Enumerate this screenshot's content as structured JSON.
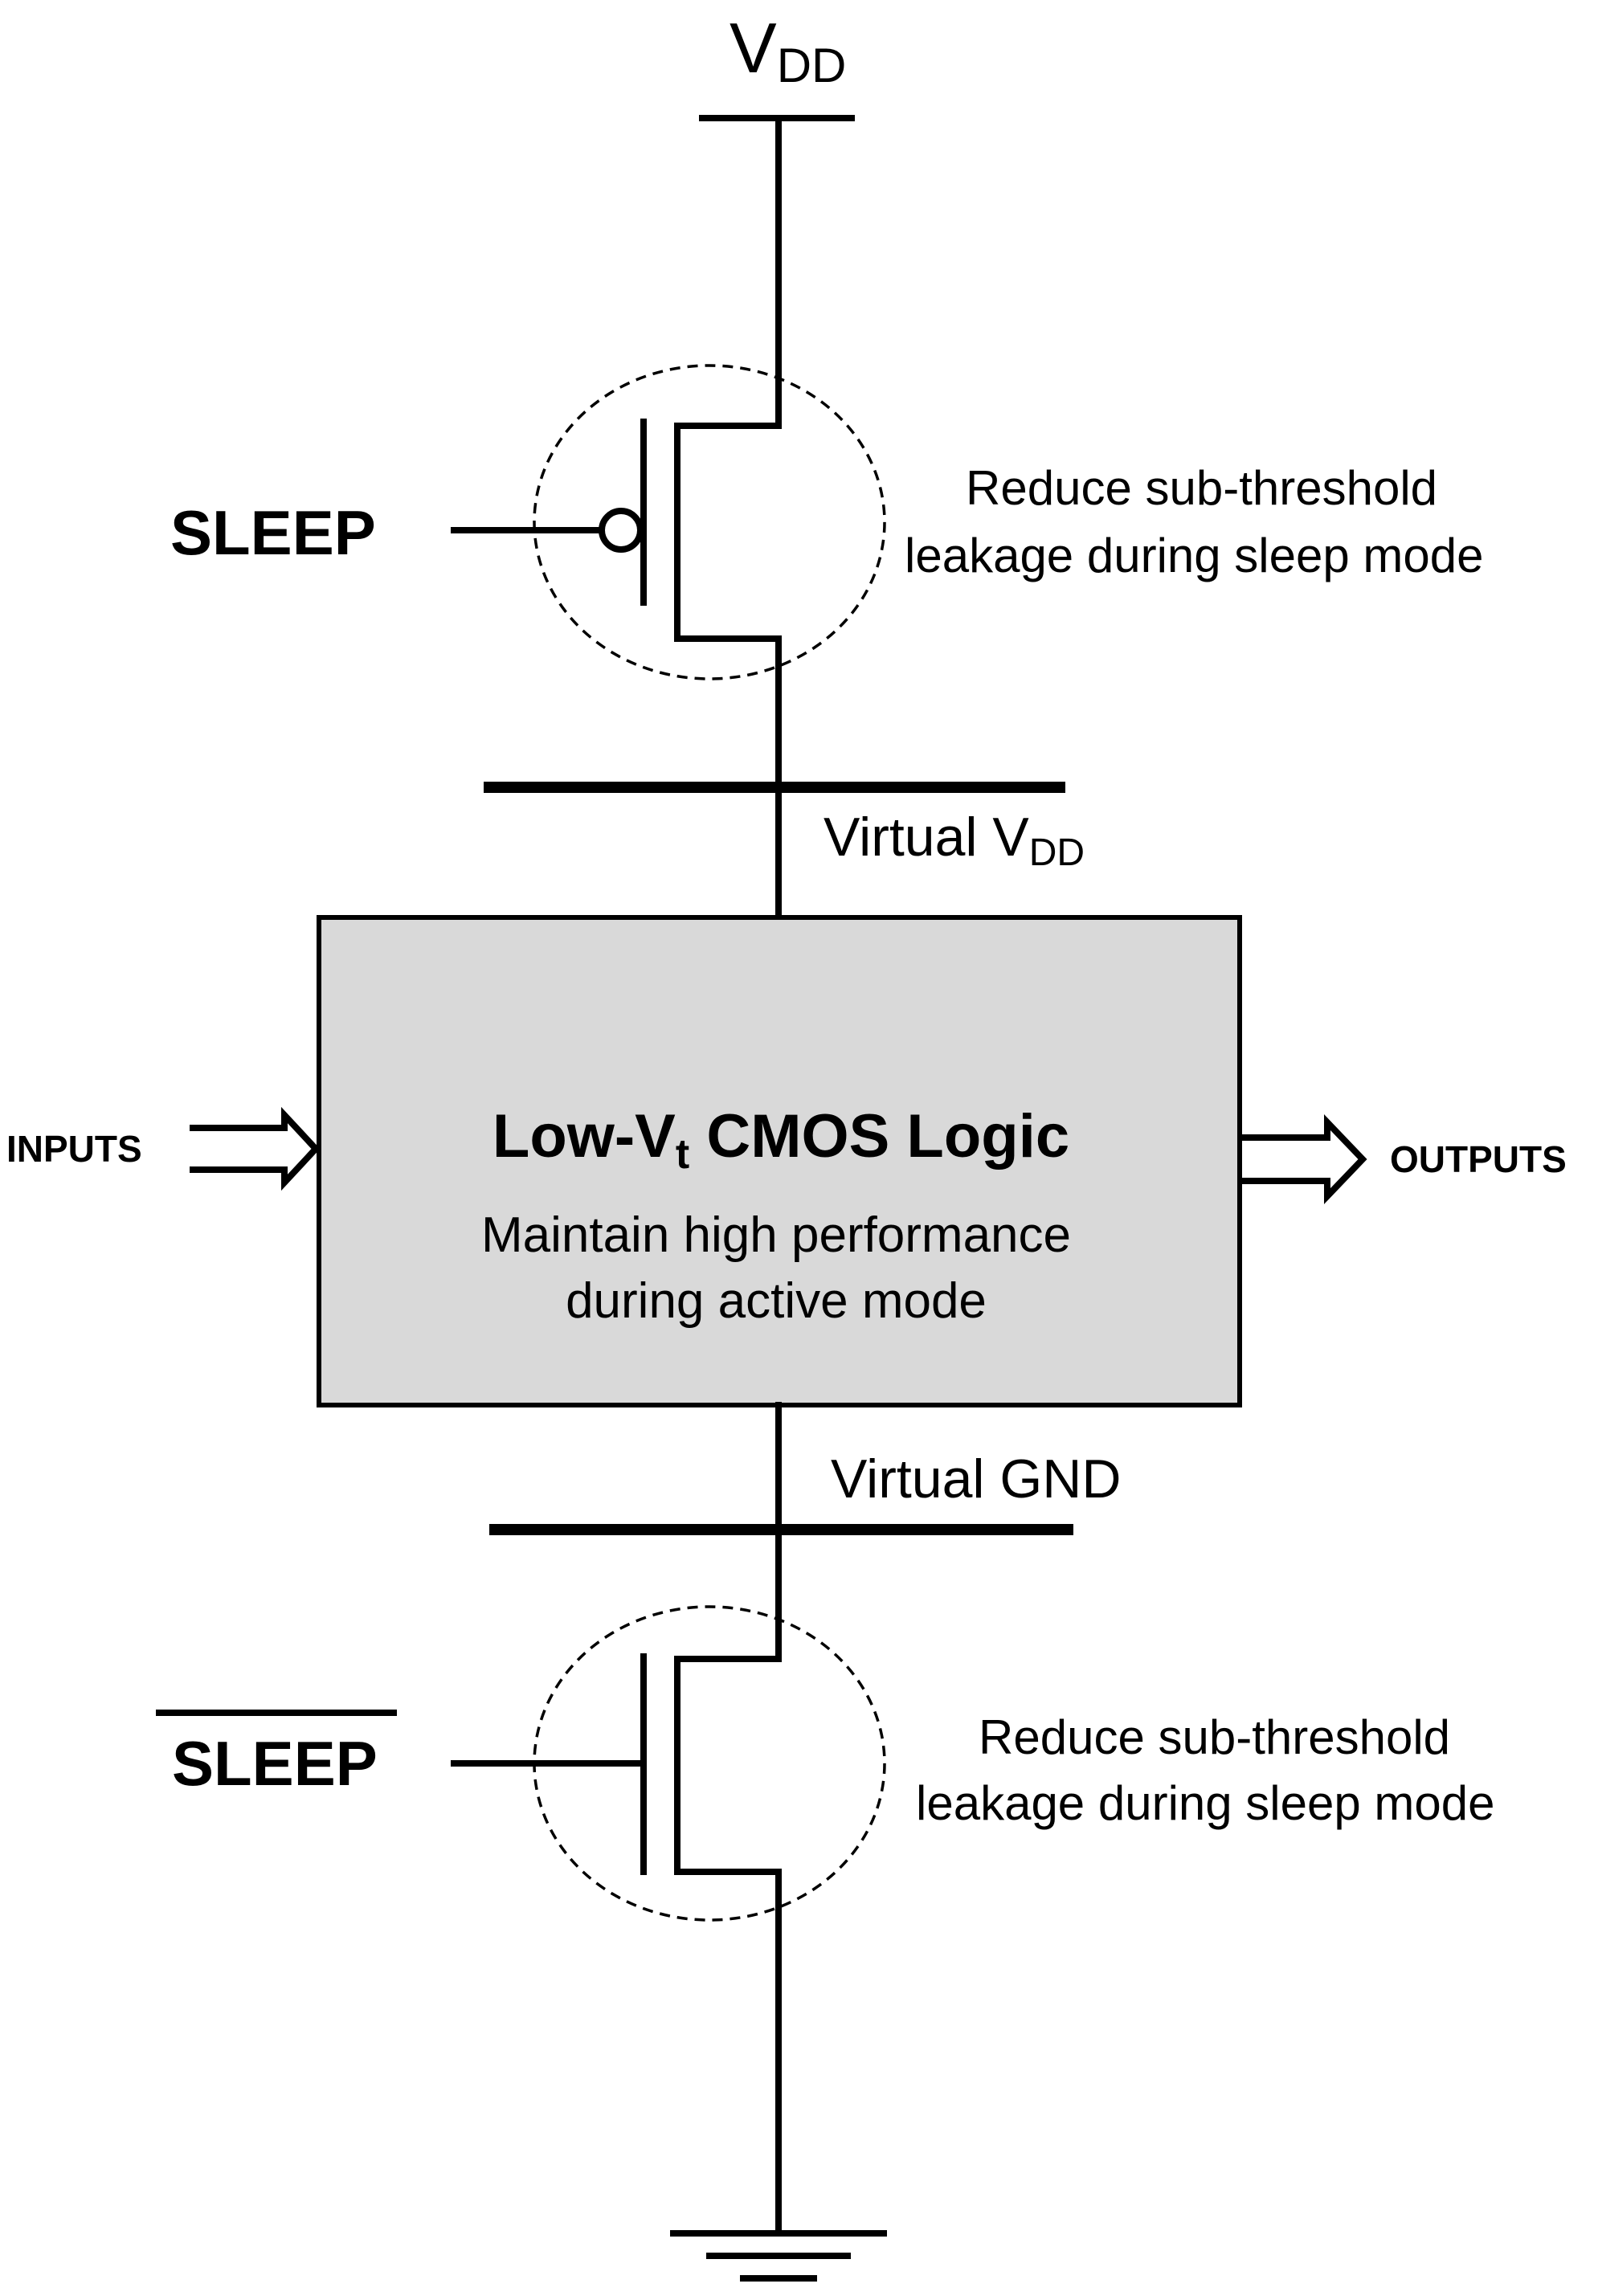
{
  "vdd": {
    "main": "V",
    "sub": "DD"
  },
  "top_switch": {
    "control_label": "SLEEP",
    "note_line1": "Reduce sub-threshold",
    "note_line2": "leakage during sleep mode"
  },
  "virtual_vdd": {
    "main": "Virtual V",
    "sub": "DD"
  },
  "logic_block": {
    "title_main": "Low-V",
    "title_sub": "t",
    "title_rest": " CMOS Logic",
    "note_line1": "Maintain high performance",
    "note_line2": "during active mode",
    "fill_color": "#d9d9d9"
  },
  "inputs_label": "INPUTS",
  "outputs_label": "OUTPUTS",
  "virtual_gnd": {
    "label": "Virtual GND"
  },
  "bottom_switch": {
    "control_label": "SLEEP",
    "control_overbar": true,
    "note_line1": "Reduce sub-threshold",
    "note_line2": "leakage during sleep mode"
  },
  "ground": {
    "icon": "ground-icon"
  }
}
